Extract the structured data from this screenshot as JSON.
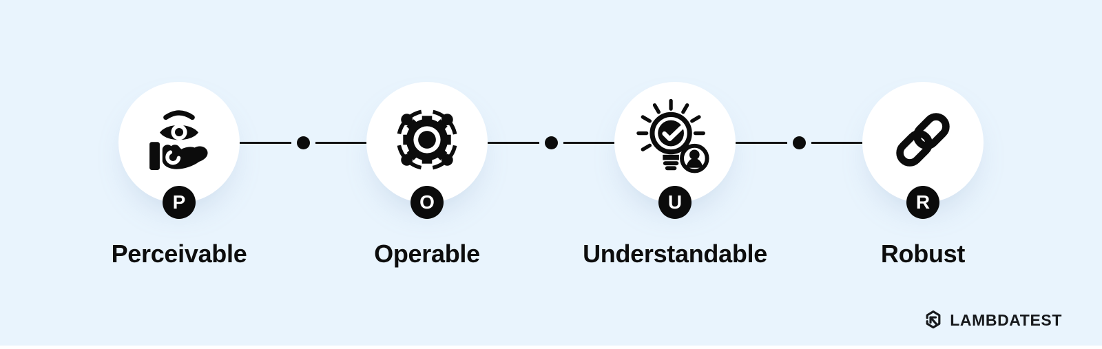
{
  "page": {
    "background_color": "#e9f4fd",
    "circle_fill": "#ffffff",
    "icon_color": "#0c0c0c",
    "badge_fill": "#0b0b0b",
    "badge_text_color": "#ffffff",
    "label_color": "#0d0d0d",
    "connector_color": "#131313"
  },
  "diagram": {
    "steps": [
      {
        "letter": "P",
        "label": "Perceivable",
        "icon": "eye-over-hand-icon"
      },
      {
        "letter": "O",
        "label": "Operable",
        "icon": "gear-icon"
      },
      {
        "letter": "U",
        "label": "Understandable",
        "icon": "lightbulb-check-user-icon"
      },
      {
        "letter": "R",
        "label": "Robust",
        "icon": "chain-link-icon"
      }
    ],
    "connector_style": "line-dot-line"
  },
  "branding": {
    "wordmark": "LAMBDATEST",
    "mark": "lambdatest-hexagon-arrow-icon",
    "color": "#17191c"
  }
}
